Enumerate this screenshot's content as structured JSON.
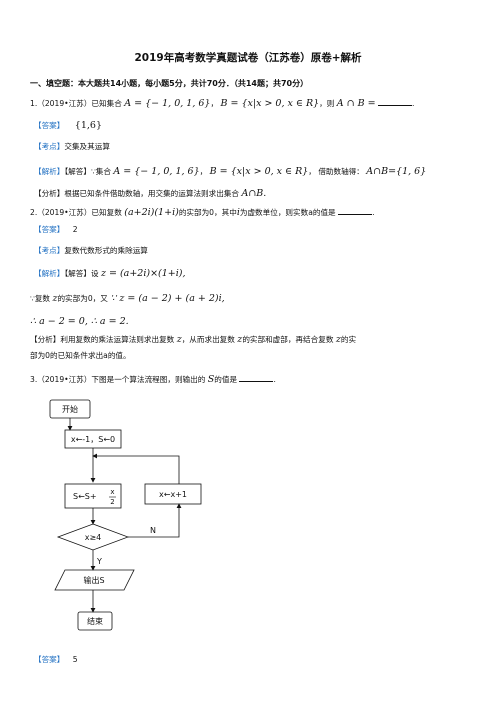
{
  "title": "2019年高考数学真题试卷（江苏卷）原卷+解析",
  "section": "一、填空题：本大题共14小题，每小题5分，共计70分．（共14题；共70分）",
  "q1": {
    "stem_prefix": "1.（2019•江苏）已知集合",
    "setA": "A = {− 1, 0, 1, 6}",
    "setB": "B = {x|x > 0, x ∈ R}",
    "stem_suffix": "，则",
    "expr": "A ∩ B =",
    "answer_tag": "【答案】",
    "answer": "{1,6}",
    "kp_tag": "【考点】",
    "kp": "交集及其运算",
    "sol_tag": "【解析】",
    "sol_pre": "【解答】∵集合",
    "sol_mid": "借助数轴得：",
    "sol_res": "A∩B={1, 6}",
    "analysis": "【分析】根据已知条件借助数轴，用交集的运算法则求出集合",
    "analysis_expr": "A∩B."
  },
  "q2": {
    "stem_prefix": "2.（2019•江苏）已知复数",
    "expr": "(a+2i)(1+i)",
    "stem_suffix": "的实部为0，其中",
    "i_var": "i",
    "stem_suffix2": "为虚数单位，则实数a的值是",
    "answer_tag": "【答案】",
    "answer": "2",
    "kp_tag": "【考点】",
    "kp": "复数代数形式的乘除运算",
    "sol_tag": "【解析】",
    "sol_pre": "【解答】设",
    "sol_expr": "z = (a+2i)×(1+i),",
    "line2_pre": "∵复数",
    "z_var": "z",
    "line2_mid": "的实部为0，又",
    "line2_expr": "∵ z = (a − 2) + (a + 2)i,",
    "line3": "∴ a − 2 = 0,  ∴ a = 2.",
    "analysis1_a": "【分析】利用复数的乘法运算法则求出复数",
    "analysis1_b": "，从而求出复数",
    "analysis1_c": "的实部和虚部，再结合复数",
    "analysis1_d": "的实",
    "analysis2": "部为0的已知条件求出a的值。"
  },
  "q3": {
    "stem": "3.（2019•江苏）下图是一个算法流程图，则输出的",
    "s_var": "S",
    "stem_suffix": "的值是",
    "answer_tag": "【答案】",
    "answer": "5"
  },
  "flowchart": {
    "start": "开始",
    "init": "x←-1，S←0",
    "update_s": "S←S+",
    "frac_num": "x",
    "frac_den": "2",
    "update_x": "x←x+1",
    "cond": "x≥4",
    "no": "N",
    "yes": "Y",
    "output": "输出S",
    "end": "结束"
  }
}
